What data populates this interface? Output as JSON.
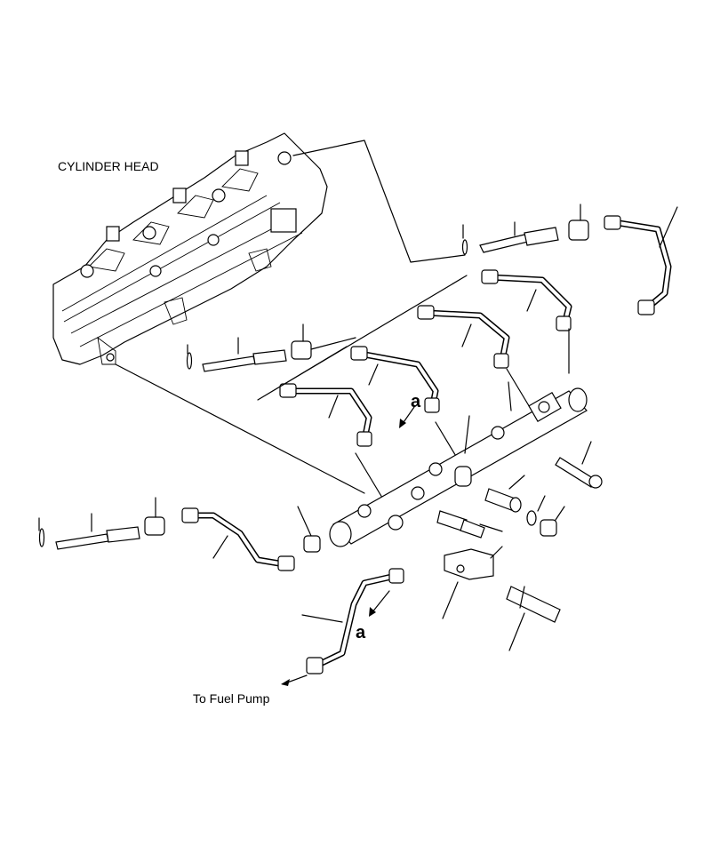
{
  "labels": {
    "cylinder_head": "CYLINDER HEAD",
    "to_fuel_pump": "To Fuel Pump",
    "marker_a": "a"
  }
}
